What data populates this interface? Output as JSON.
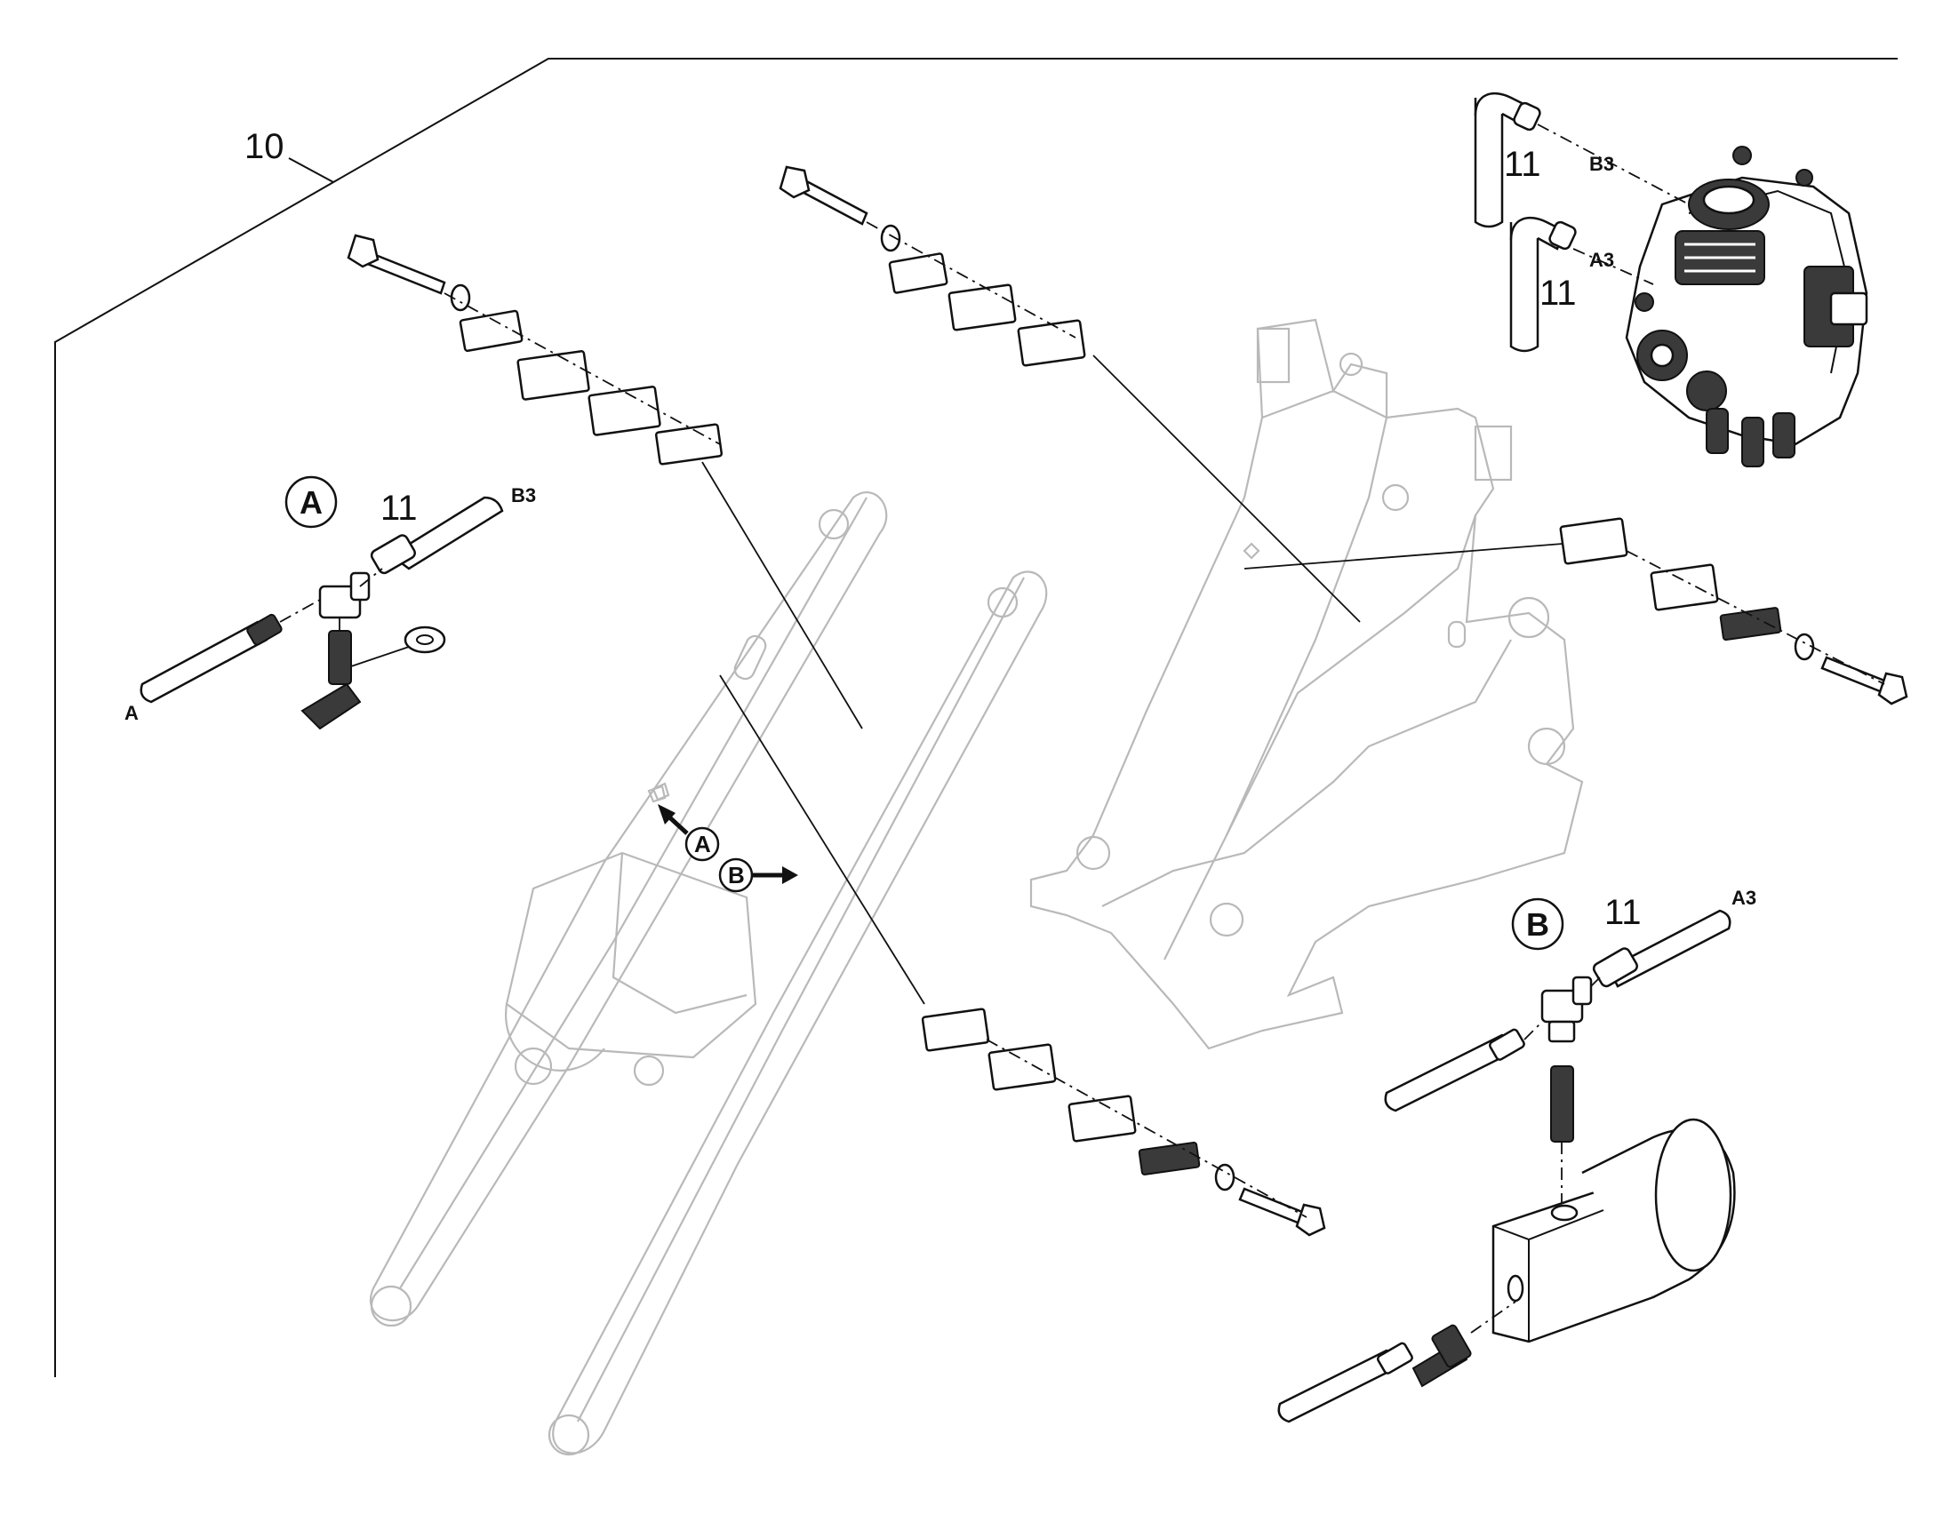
{
  "diagram": {
    "frame_callout": "10",
    "part_callouts": [
      "11",
      "11",
      "11",
      "11"
    ],
    "detail_markers": {
      "a_large": "A",
      "b_large": "B",
      "a_small": "A",
      "b_small": "B"
    },
    "port_tags": {
      "b3_top": "B3",
      "a3_top": "A3",
      "b3_detail": "B3",
      "a_detail": "A",
      "a3_detail": "A3"
    }
  }
}
